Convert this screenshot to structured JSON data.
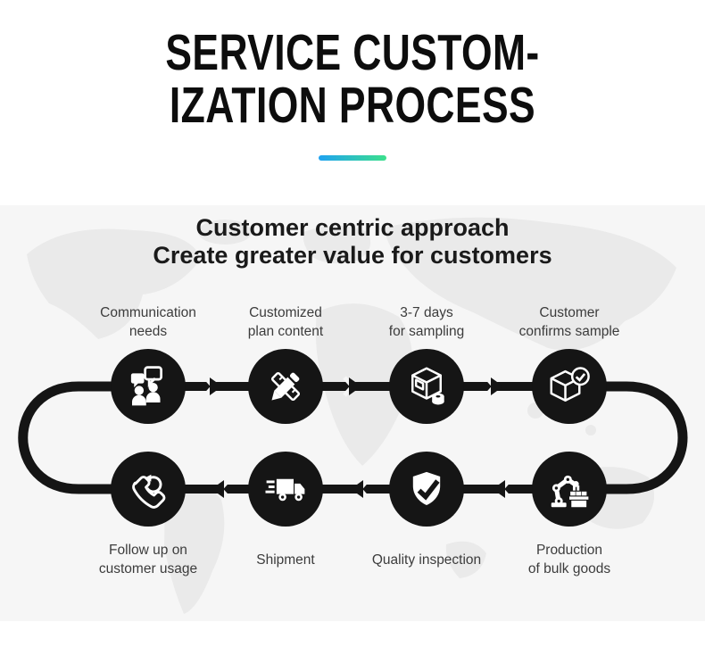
{
  "header": {
    "title_line1": "SERVICE CUSTOM-",
    "title_line2": "IZATION PROCESS"
  },
  "panel": {
    "subtitle_line1": "Customer centric approach",
    "subtitle_line2": "Create greater value for customers"
  },
  "colors": {
    "divider_gradient_start": "#1fa2f1",
    "divider_gradient_end": "#3ce08c",
    "node_fill": "#151515",
    "panel_background": "#f6f6f6",
    "icon_color": "#ffffff",
    "label_color": "#3c3c3c"
  },
  "steps": [
    {
      "row": "top",
      "lines": [
        "Communication",
        "needs"
      ],
      "icon": "chat-people-icon"
    },
    {
      "row": "top",
      "lines": [
        "Customized",
        "plan content"
      ],
      "icon": "pencil-ruler-icon"
    },
    {
      "row": "top",
      "lines": [
        "3-7 days",
        "for sampling"
      ],
      "icon": "package-box-icon"
    },
    {
      "row": "top",
      "lines": [
        "Customer",
        "confirms sample"
      ],
      "icon": "box-check-icon"
    },
    {
      "row": "bottom",
      "lines": [
        "Production",
        "of bulk goods"
      ],
      "icon": "robot-arm-icon"
    },
    {
      "row": "bottom",
      "lines": [
        "Quality inspection"
      ],
      "icon": "shield-check-icon"
    },
    {
      "row": "bottom",
      "lines": [
        "Shipment"
      ],
      "icon": "delivery-truck-icon"
    },
    {
      "row": "bottom",
      "lines": [
        "Follow up on",
        "customer usage"
      ],
      "icon": "phone-callback-icon"
    }
  ],
  "flow": {
    "top_row_direction": "left-to-right",
    "bottom_row_direction": "right-to-left",
    "shape": "closed-loop"
  }
}
